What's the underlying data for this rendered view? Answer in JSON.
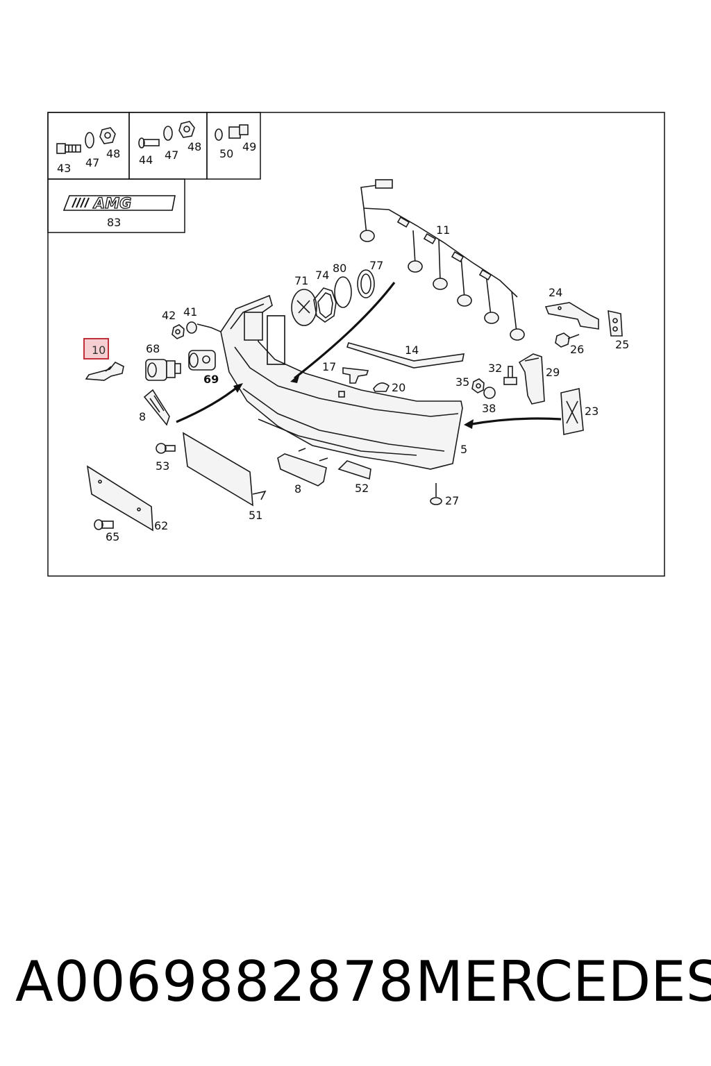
{
  "diagram": {
    "logo_text": "AMG",
    "highlight_color": "#c0303a",
    "highlight_fill": "#f6cfd3",
    "labels": {
      "p43": "43",
      "p47a": "47",
      "p48a": "48",
      "p44": "44",
      "p47b": "47",
      "p48b": "48",
      "p50": "50",
      "p49": "49",
      "p83": "83",
      "p11": "11",
      "p71": "71",
      "p74": "74",
      "p80": "80",
      "p77": "77",
      "p42": "42",
      "p41": "41",
      "p10": "10",
      "p68": "68",
      "p69": "69",
      "p24": "24",
      "p26": "26",
      "p25": "25",
      "p14": "14",
      "p17": "17",
      "p20": "20",
      "p32": "32",
      "p29": "29",
      "p35": "35",
      "p38": "38",
      "p23": "23",
      "p8a": "8",
      "p8b": "8",
      "p5": "5",
      "p53": "53",
      "p52": "52",
      "p27": "27",
      "p51": "51",
      "p62": "62",
      "p65": "65"
    }
  },
  "caption": {
    "part_number": "A0069882878",
    "brand": "MERCEDES"
  }
}
